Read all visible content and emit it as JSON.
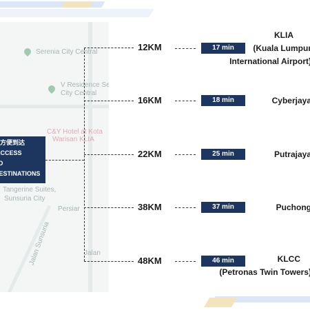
{
  "map": {
    "labels": {
      "serenia": "Serenia City Central",
      "vresidence_1": "V Residence Se",
      "vresidence_2": "City Central",
      "hotel_1": "C&Y Hotel at Kota",
      "hotel_2": "Warisan KLIA",
      "tangerine": "Tangerine Suites,",
      "sunsuria": "Sunsuria City",
      "persiaran": "Persiar",
      "jalan": "Jalan Sunsuria",
      "jalan2": "Jalan"
    }
  },
  "access_box": {
    "line1": "方便到达",
    "line2": "ACCESS",
    "line3": "TO",
    "line4": "DESTINATIONS"
  },
  "routes": [
    {
      "distance": "12KM",
      "time": "17 min",
      "destination": [
        "KLIA",
        "(Kuala Lumpur",
        "International Airport)"
      ]
    },
    {
      "distance": "16KM",
      "time": "18 min",
      "destination": [
        "Cyberjaya"
      ]
    },
    {
      "distance": "22KM",
      "time": "25 min",
      "destination": [
        "Putrajaya"
      ]
    },
    {
      "distance": "38KM",
      "time": "37 min",
      "destination": [
        "Puchong"
      ]
    },
    {
      "distance": "48KM",
      "time": "46 min",
      "destination": [
        "KLCC",
        "(Petronas Twin Towers)"
      ]
    }
  ],
  "colors": {
    "navy": "#1d3660",
    "stripe_blue": "#dbe6f6",
    "stripe_gold": "#f4e4bd"
  }
}
